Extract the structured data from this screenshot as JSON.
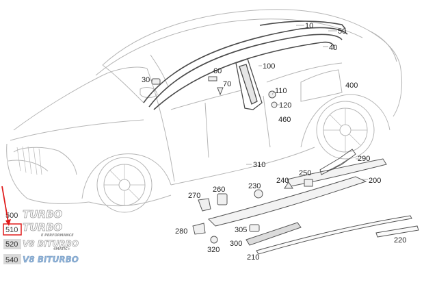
{
  "part_labels": {
    "p10": "10",
    "p30": "30",
    "p40": "40",
    "p50": "50",
    "p60": "60",
    "p70": "70",
    "p100": "100",
    "p110": "110",
    "p120": "120",
    "p200": "200",
    "p210": "210",
    "p220": "220",
    "p230": "230",
    "p240": "240",
    "p250": "250",
    "p260": "260",
    "p270": "270",
    "p280": "280",
    "p290": "290",
    "p300": "300",
    "p305": "305",
    "p310": "310",
    "p320": "320",
    "p400": "400",
    "p460": "460"
  },
  "badges": [
    {
      "number": "500",
      "text": "TURBO"
    },
    {
      "number": "510",
      "text": "TURBO",
      "subtext": "E PERFORMANCE",
      "highlighted": true
    },
    {
      "number": "520",
      "text": "V8 BITURBO",
      "subtext": "4MATIC+"
    },
    {
      "number": "540",
      "text": "V8 BITURBO"
    }
  ],
  "colors": {
    "highlight": "#e01b1b",
    "line_art": "#9a9a9a",
    "part_dark": "#555555",
    "badge_blue": "#8fb3d9",
    "number_box": "#d9d9d9"
  }
}
